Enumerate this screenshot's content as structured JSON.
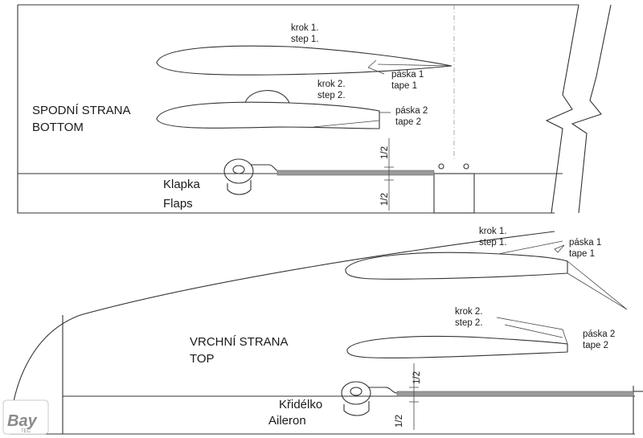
{
  "top_panel": {
    "side_title_line1": "SPODNÍ STRANA",
    "side_title_line2": "BOTTOM",
    "step1_cz": "krok 1.",
    "step1_en": "step 1.",
    "step2_cz": "krok 2.",
    "step2_en": "step 2.",
    "tape1_cz": "páska 1",
    "tape1_en": "tape 1",
    "tape2_cz": "páska 2",
    "tape2_en": "tape 2",
    "surface_cz": "Klapka",
    "surface_en": "Flaps",
    "half_upper": "1/2",
    "half_lower": "1/2"
  },
  "bottom_panel": {
    "side_title_line1": "VRCHNÍ STRANA",
    "side_title_line2": "TOP",
    "step1_cz": "krok 1.",
    "step1_en": "step 1.",
    "step2_cz": "krok 2.",
    "step2_en": "step 2.",
    "tape1_cz": "páska 1",
    "tape1_en": "tape 1",
    "tape2_cz": "páska 2",
    "tape2_en": "tape 2",
    "surface_cz": "Křidélko",
    "surface_en": "Aileron",
    "half_upper": "1/2",
    "half_lower": "1/2"
  },
  "logo": {
    "text": "Bay",
    "subtext": "TEC"
  }
}
